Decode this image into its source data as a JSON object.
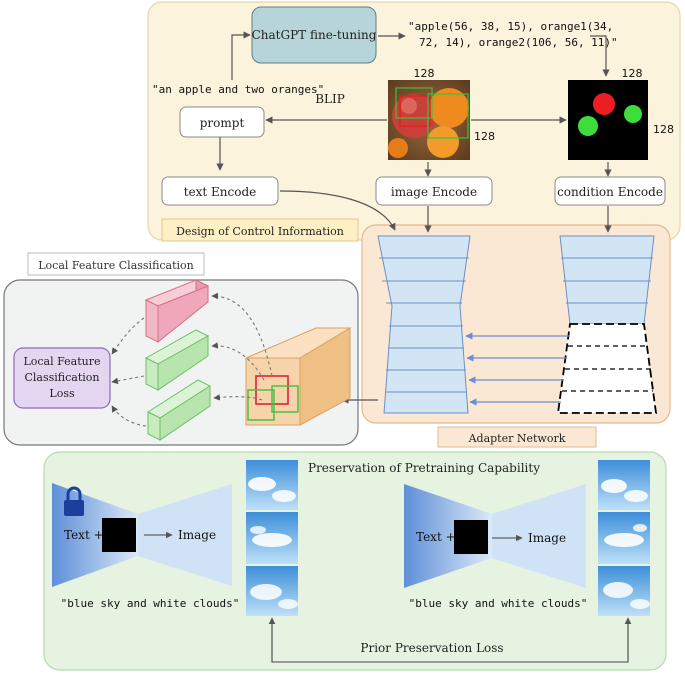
{
  "control": {
    "chatgpt_label": "ChatGPT fine-tuning",
    "layout_text_line1": "\"apple(56, 38, 15), orange1(34,",
    "layout_text_line2": "72, 14), orange2(106, 56, 11)\"",
    "prompt_text": "\"an apple and two oranges\"",
    "blip_label": "BLIP",
    "prompt_box": "prompt",
    "image_size_top": "128",
    "image_size_side": "128",
    "cond_size_top": "128",
    "cond_size_side": "128",
    "text_encode": "text Encode",
    "image_encode": "image Encode",
    "condition_encode": "condition Encode",
    "section_title": "Design of Control Information"
  },
  "local": {
    "section_title": "Local Feature Classification",
    "loss_line1": "Local Feature",
    "loss_line2": "Classification",
    "loss_line3": "Loss"
  },
  "adapter": {
    "section_title": "Adapter Network"
  },
  "preservation": {
    "section_title": "Preservation of Pretraining Capability",
    "text_plus_left": "Text +",
    "image_left": "Image",
    "caption_left": "\"blue sky and white clouds\"",
    "text_plus_right": "Text +",
    "image_right": "Image",
    "caption_right": "\"blue sky and white clouds\"",
    "loss_label": "Prior Preservation Loss"
  },
  "colors": {
    "control_bg": "#fcf3dc",
    "control_border": "#e6d6b0",
    "adapter_bg": "#fbe8d4",
    "adapter_border": "#e3b98f",
    "local_bg": "#f1f2f2",
    "preserve_bg": "#e6f3e1",
    "preserve_border": "#b7d9ad",
    "chatgpt_box": "#b7d5d8",
    "title_tag": "#fdf0c4",
    "loss_box": "#e4d6f0",
    "funnel_blue": "#d2e5f5",
    "cube_pink": "#f2b8c6",
    "cube_green": "#c8ecc0",
    "cube_orange": "#f6d3a9",
    "condition_red": "#ee1d24",
    "condition_green": "#3dde3c"
  }
}
